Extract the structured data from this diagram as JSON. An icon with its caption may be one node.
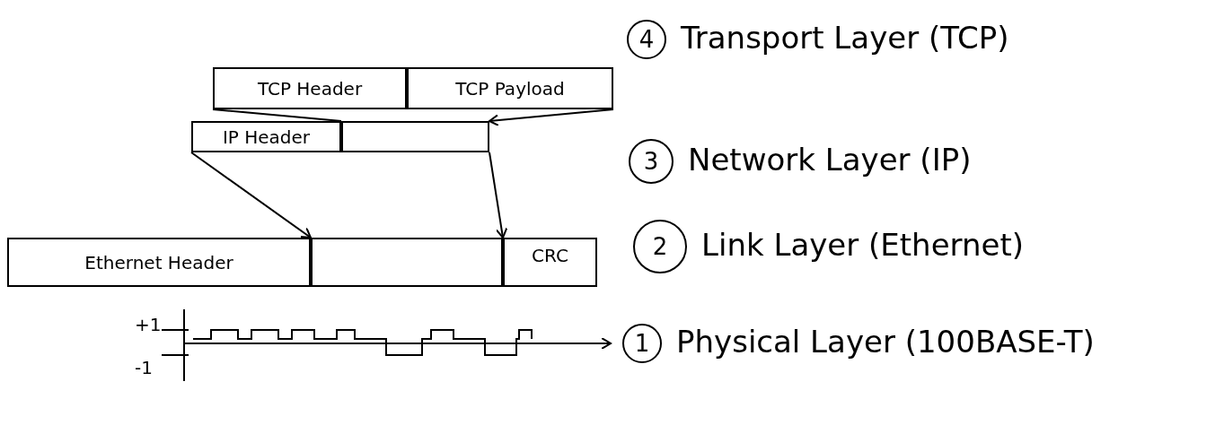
{
  "diagram": {
    "nodes": [
      {
        "text": [
          "TCP Header"
        ]
      },
      {
        "text": [
          "TCP Payload"
        ]
      },
      {
        "text": [
          "IP Header"
        ]
      },
      {
        "text": [],
        "shape": "box"
      },
      {
        "text": [
          "Ethernet Header"
        ]
      },
      {
        "text": [],
        "shape": "box"
      },
      {
        "text": [
          "CRC"
        ]
      },
      {
        "text": [
          "4"
        ],
        "beside": [
          "Transport Layer (TCP)"
        ]
      },
      {
        "text": [
          "3"
        ],
        "beside": [
          "Network Layer (IP)"
        ]
      },
      {
        "text": [
          "2"
        ],
        "beside": [
          "Link Layer (Ethernet)"
        ]
      },
      {
        "text": [
          "1"
        ],
        "beside": [
          "Physical Layer (100BASE-T)"
        ]
      }
    ],
    "edges": [
      {
        "from": 0,
        "to": 3,
        "arrow": "none"
      },
      {
        "from": 1,
        "to": 3,
        "arrow": "to"
      },
      {
        "from": 2,
        "to": 5,
        "arrow": "to"
      },
      {
        "from": 3,
        "to": 5,
        "arrow": "to"
      }
    ],
    "labels": [
      "+1",
      "-1"
    ]
  }
}
